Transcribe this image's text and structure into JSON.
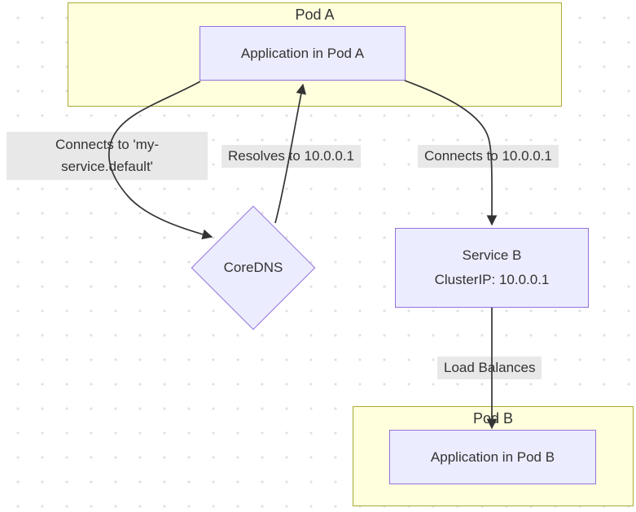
{
  "diagram": {
    "title": "Kubernetes service discovery flowchart",
    "clusters": [
      {
        "id": "pod-a",
        "label": "Pod A"
      },
      {
        "id": "pod-b",
        "label": "Pod B"
      }
    ],
    "nodes": [
      {
        "id": "app-a",
        "shape": "rect",
        "label": "Application in Pod A"
      },
      {
        "id": "coredns",
        "shape": "diamond",
        "label": "CoreDNS"
      },
      {
        "id": "service-b",
        "shape": "rect",
        "label": "Service B",
        "sublabel": "ClusterIP: 10.0.0.1"
      },
      {
        "id": "app-b",
        "shape": "rect",
        "label": "Application in Pod B"
      }
    ],
    "edges": [
      {
        "from": "app-a",
        "to": "coredns",
        "label": "Connects to 'my-service.default'",
        "label_lines": [
          "Connects to 'my-",
          "service.default'"
        ]
      },
      {
        "from": "coredns",
        "to": "app-a",
        "label": "Resolves to 10.0.0.1"
      },
      {
        "from": "app-a",
        "to": "service-b",
        "label": "Connects to 10.0.0.1"
      },
      {
        "from": "service-b",
        "to": "app-b",
        "label": "Load Balances"
      }
    ],
    "colors": {
      "cluster_fill": "#ffffde",
      "cluster_stroke": "#aaaa33",
      "node_fill": "#ececff",
      "node_stroke": "#9370db",
      "edge_color": "#333333",
      "label_bg": "#e8e8e8",
      "text_color": "#333333",
      "dot_color": "#e0e0e0",
      "canvas_bg": "#ffffff"
    }
  }
}
